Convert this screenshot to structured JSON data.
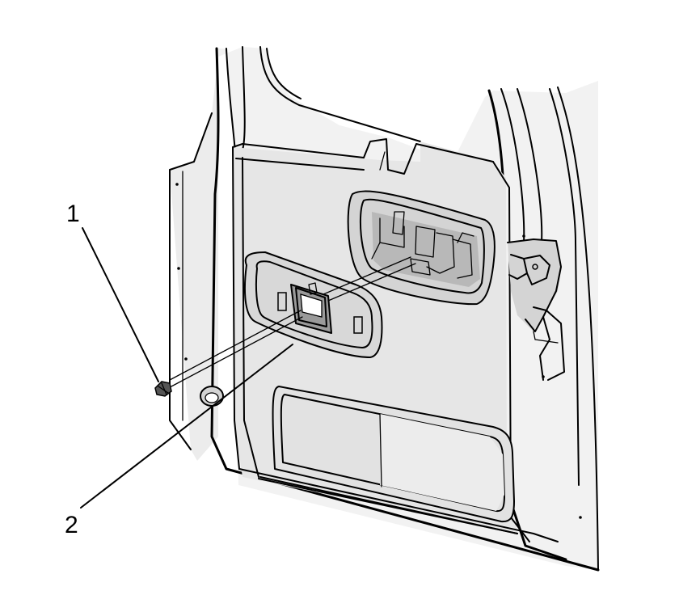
{
  "callouts": [
    {
      "number": "1",
      "target": "fastener"
    },
    {
      "number": "2",
      "target": "handle-bezel"
    }
  ],
  "colors": {
    "panel_fill": "#ececec",
    "panel_shade": "#d4d4d4",
    "dark_shade": "#b8b8b8",
    "line": "#000000",
    "background": "#ffffff"
  }
}
